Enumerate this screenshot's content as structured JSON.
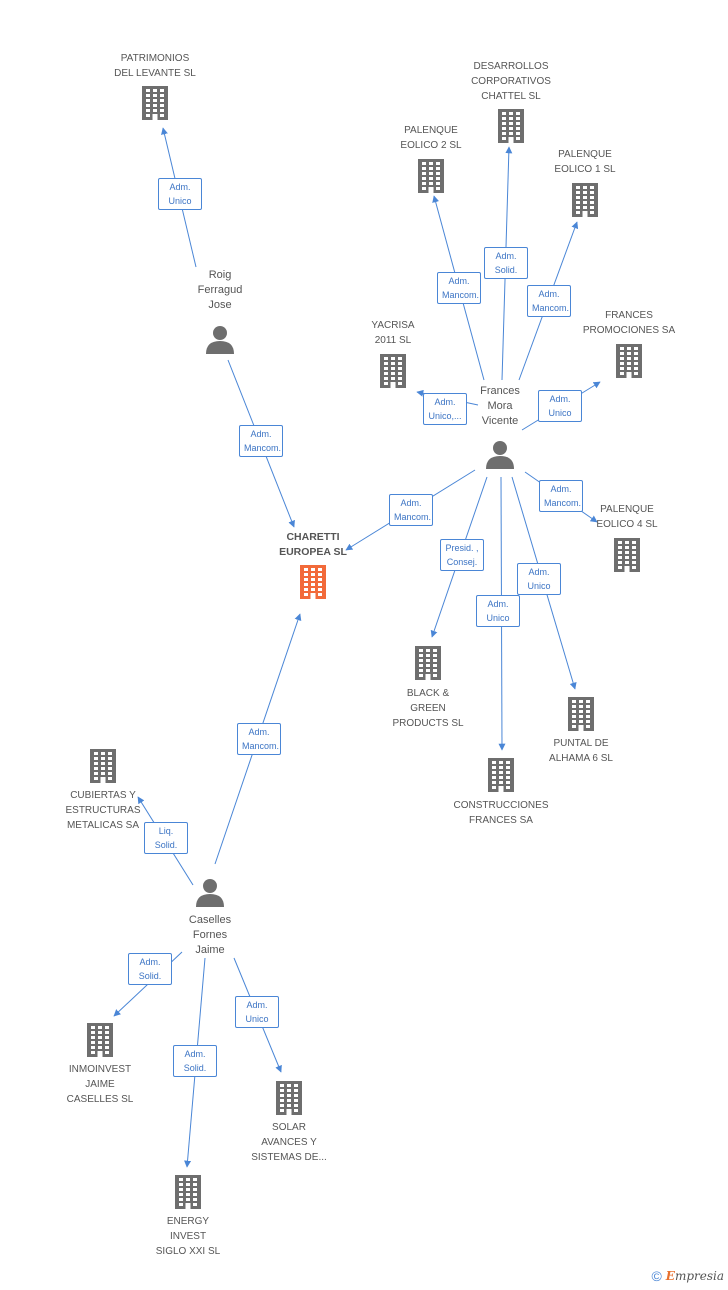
{
  "nodes": [
    {
      "id": "charetti",
      "label": "CHARETTI\nEUROPEA SL",
      "kind": "company-main"
    },
    {
      "id": "patrimonios",
      "label": "PATRIMONIOS\nDEL LEVANTE SL",
      "kind": "company"
    },
    {
      "id": "roig",
      "label": "Roig\nFerragud\nJose",
      "kind": "person"
    },
    {
      "id": "desarrollos",
      "label": "DESARROLLOS\nCORPORATIVOS\nCHATTEL SL",
      "kind": "company"
    },
    {
      "id": "palenque2",
      "label": "PALENQUE\nEOLICO 2 SL",
      "kind": "company"
    },
    {
      "id": "palenque1",
      "label": "PALENQUE\nEOLICO 1 SL",
      "kind": "company"
    },
    {
      "id": "yacrisa",
      "label": "YACRISA\n2011 SL",
      "kind": "company"
    },
    {
      "id": "frances_prom",
      "label": "FRANCES\nPROMOCIONES SA",
      "kind": "company"
    },
    {
      "id": "frances_mora",
      "label": "Frances\nMora\nVicente",
      "kind": "person"
    },
    {
      "id": "palenque4",
      "label": "PALENQUE\nEOLICO 4 SL",
      "kind": "company"
    },
    {
      "id": "black_green",
      "label": "BLACK &\nGREEN\nPRODUCTS SL",
      "kind": "company"
    },
    {
      "id": "puntal",
      "label": "PUNTAL DE\nALHAMA 6 SL",
      "kind": "company"
    },
    {
      "id": "construcciones",
      "label": "CONSTRUCCIONES\nFRANCES SA",
      "kind": "company"
    },
    {
      "id": "cubiertas",
      "label": "CUBIERTAS Y\nESTRUCTURAS\nMETALICAS SA",
      "kind": "company"
    },
    {
      "id": "caselles",
      "label": "Caselles\nFornes\nJaime",
      "kind": "person"
    },
    {
      "id": "inmoinvest",
      "label": "INMOINVEST\nJAIME\nCASELLES SL",
      "kind": "company"
    },
    {
      "id": "solar",
      "label": "SOLAR\nAVANCES Y\nSISTEMAS DE...",
      "kind": "company"
    },
    {
      "id": "energy",
      "label": "ENERGY\nINVEST\nSIGLO XXI SL",
      "kind": "company"
    }
  ],
  "edges": [
    {
      "from": "roig",
      "to": "patrimonios",
      "label": "Adm.\nUnico"
    },
    {
      "from": "roig",
      "to": "charetti",
      "label": "Adm.\nMancom."
    },
    {
      "from": "frances_mora",
      "to": "palenque2",
      "label": "Adm.\nMancom."
    },
    {
      "from": "frances_mora",
      "to": "desarrollos",
      "label": "Adm.\nSolid."
    },
    {
      "from": "frances_mora",
      "to": "palenque1",
      "label": "Adm.\nMancom."
    },
    {
      "from": "frances_mora",
      "to": "yacrisa",
      "label": "Adm.\nUnico,..."
    },
    {
      "from": "frances_mora",
      "to": "frances_prom",
      "label": "Adm.\nUnico"
    },
    {
      "from": "frances_mora",
      "to": "charetti",
      "label": "Adm.\nMancom."
    },
    {
      "from": "frances_mora",
      "to": "palenque4",
      "label": "Adm.\nMancom."
    },
    {
      "from": "frances_mora",
      "to": "black_green",
      "label": "Presid. ,\nConsej."
    },
    {
      "from": "frances_mora",
      "to": "construcciones",
      "label": "Adm.\nUnico"
    },
    {
      "from": "frances_mora",
      "to": "puntal",
      "label": "Adm.\nUnico"
    },
    {
      "from": "caselles",
      "to": "charetti",
      "label": "Adm.\nMancom."
    },
    {
      "from": "caselles",
      "to": "cubiertas",
      "label": "Liq.\nSolid."
    },
    {
      "from": "caselles",
      "to": "inmoinvest",
      "label": "Adm.\nSolid."
    },
    {
      "from": "caselles",
      "to": "solar",
      "label": "Adm.\nUnico"
    },
    {
      "from": "caselles",
      "to": "energy",
      "label": "Adm.\nSolid."
    }
  ],
  "colors": {
    "edge": "#4a86d6",
    "company_icon": "#6e6e6e",
    "main_company_icon": "#f26a3a",
    "person_icon": "#6e6e6e"
  },
  "footer": {
    "copyright": "©",
    "brand_first": "E",
    "brand_rest": "mpresia"
  }
}
